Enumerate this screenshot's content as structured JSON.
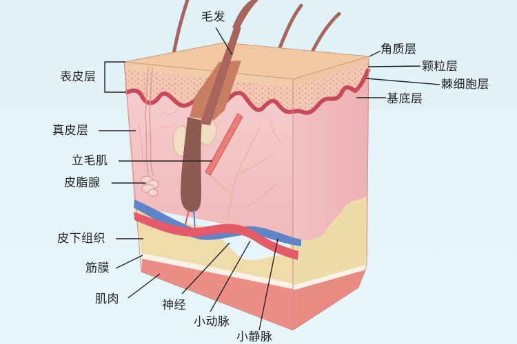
{
  "diagram": {
    "type": "skin-cross-section",
    "colors": {
      "background": "#e2f3f8",
      "stratum_corneum_top": "#f0c9a3",
      "epidermis_dots": "#e7b9a3",
      "basal_layer": "#c84a5a",
      "dermis": "#f4c5c8",
      "dermis_side": "#eeb1b4",
      "subcutaneous": "#efdcaa",
      "fascia": "#fdf0e6",
      "muscle": "#ec8e86",
      "hair": "#a8655d",
      "hair_follicle": "#8d5a52",
      "sebaceous_gland": "#f3ddc6",
      "arrector_pili": "#ea7d76",
      "artery": "#e55a68",
      "vein": "#5f84c7",
      "nerve": "#e8c29e",
      "leader_line": "#222222"
    }
  },
  "labels": {
    "hair": "毛发",
    "epidermis": "表皮层",
    "stratum_corneum": "角质层",
    "stratum_granulosum": "颗粒层",
    "stratum_spinosum": "棘细胞层",
    "stratum_basale": "基底层",
    "dermis": "真皮层",
    "arrector_pili": "立毛肌",
    "sebaceous_gland": "皮脂腺",
    "subcutaneous_tissue": "皮下组织",
    "fascia": "筋膜",
    "muscle": "肌肉",
    "nerve": "神经",
    "arteriole": "小动脉",
    "venule": "小静脉"
  }
}
